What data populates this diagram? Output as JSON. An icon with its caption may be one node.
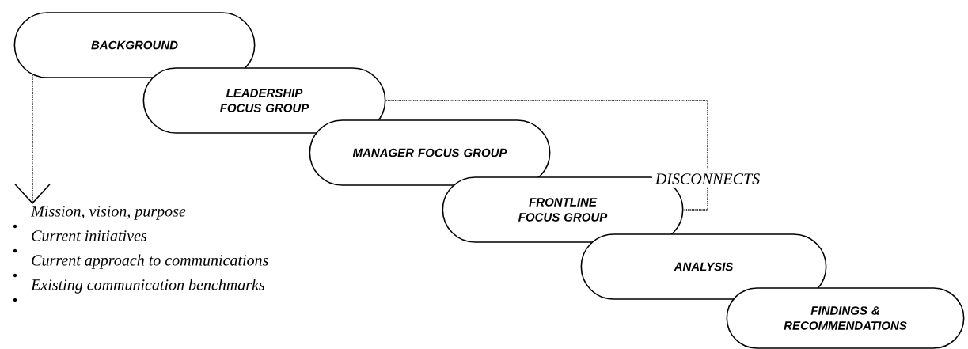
{
  "diagram": {
    "nodes": [
      {
        "text": [
          "BACKGROUND"
        ]
      },
      {
        "text": [
          "LEADERSHIP FOCUS GROUP"
        ]
      },
      {
        "text": [
          "MANAGER FOCUS GROUP"
        ]
      },
      {
        "text": [
          "FRONTLINE FOCUS GROUP"
        ]
      },
      {
        "text": [
          "ANALYSIS"
        ]
      },
      {
        "text": [
          "FINDINGS & RECOMMENDATIONS"
        ]
      },
      {
        "text": [
          "Mission, vision, purpose",
          "Current initiatives",
          "Current approach to communications",
          "Existing communication benchmarks"
        ]
      }
    ],
    "edges": [
      {
        "from": 0,
        "to": 6,
        "arrow": "to",
        "style": "dashed"
      },
      {
        "from": 1,
        "to": 3,
        "arrow": "none",
        "style": "dashed",
        "label": "DISCONNECTS"
      }
    ]
  }
}
